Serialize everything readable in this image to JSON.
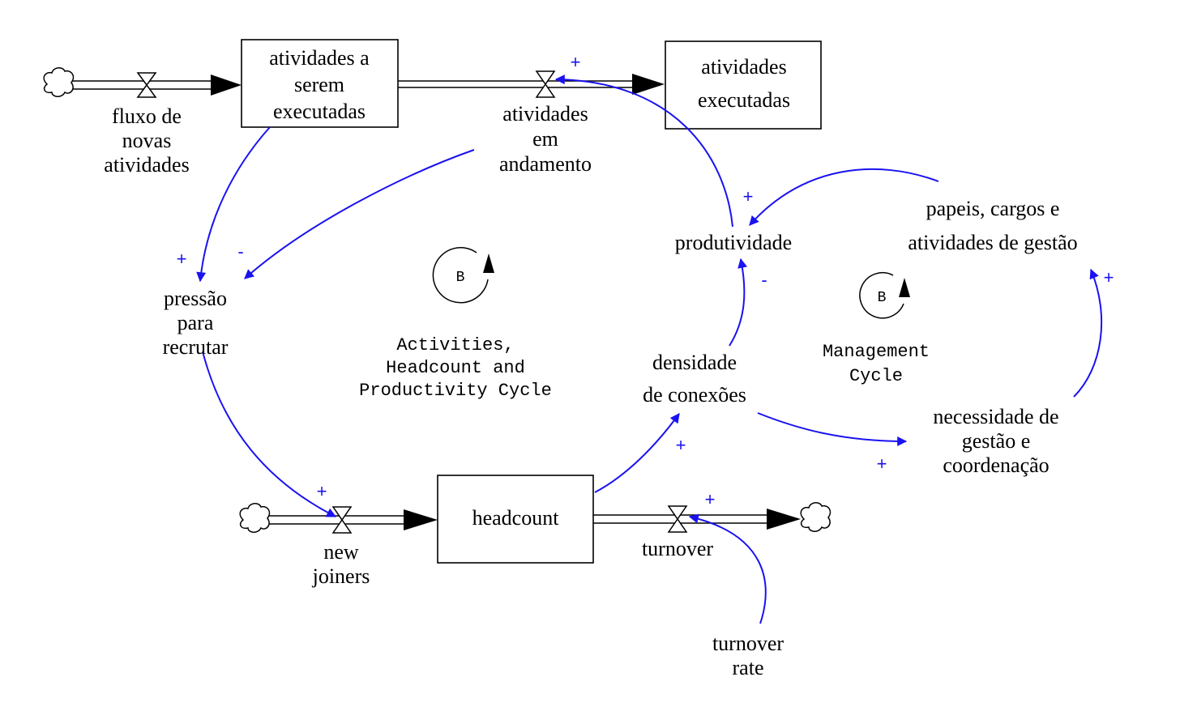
{
  "colors": {
    "link": "#1a12f0",
    "ink": "#000000",
    "background": "#ffffff"
  },
  "stocks": {
    "atividades_a_serem_executadas": [
      "atividades a",
      "serem",
      "executadas"
    ],
    "atividades_executadas": [
      "atividades",
      "executadas"
    ],
    "headcount": [
      "headcount"
    ]
  },
  "flows": {
    "fluxo_de_novas_atividades": [
      "fluxo de",
      "novas",
      "atividades"
    ],
    "atividades_em_andamento": [
      "atividades",
      "em",
      "andamento"
    ],
    "new_joiners": [
      "new",
      "joiners"
    ],
    "turnover": [
      "turnover"
    ]
  },
  "variables": {
    "pressao_para_recrutar": [
      "pressão",
      "para",
      "recrutar"
    ],
    "produtividade": [
      "produtividade"
    ],
    "densidade_de_conexoes": [
      "densidade",
      "de conexões"
    ],
    "papeis_cargos": [
      "papeis, cargos e",
      "atividades de gestão"
    ],
    "necessidade_de_gestao": [
      "necessidade de",
      "gestão e",
      "coordenação"
    ],
    "turnover_rate": [
      "turnover",
      "rate"
    ]
  },
  "loops": {
    "activities": {
      "symbol": "B",
      "name": [
        "Activities,",
        "Headcount and",
        "Productivity Cycle"
      ]
    },
    "management": {
      "symbol": "B",
      "name": [
        "Management",
        "Cycle"
      ]
    }
  },
  "polarities": {
    "stock_to_pressao": "+",
    "andamento_to_pressao": "-",
    "pressao_to_joiners": "+",
    "headcount_to_densidade": "+",
    "densidade_to_necessidade": "+",
    "necessidade_to_papeis": "+",
    "papeis_to_produtividade": "+",
    "densidade_to_produtividade": "-",
    "produtividade_to_andamento": "+",
    "rate_to_turnover": "+"
  }
}
